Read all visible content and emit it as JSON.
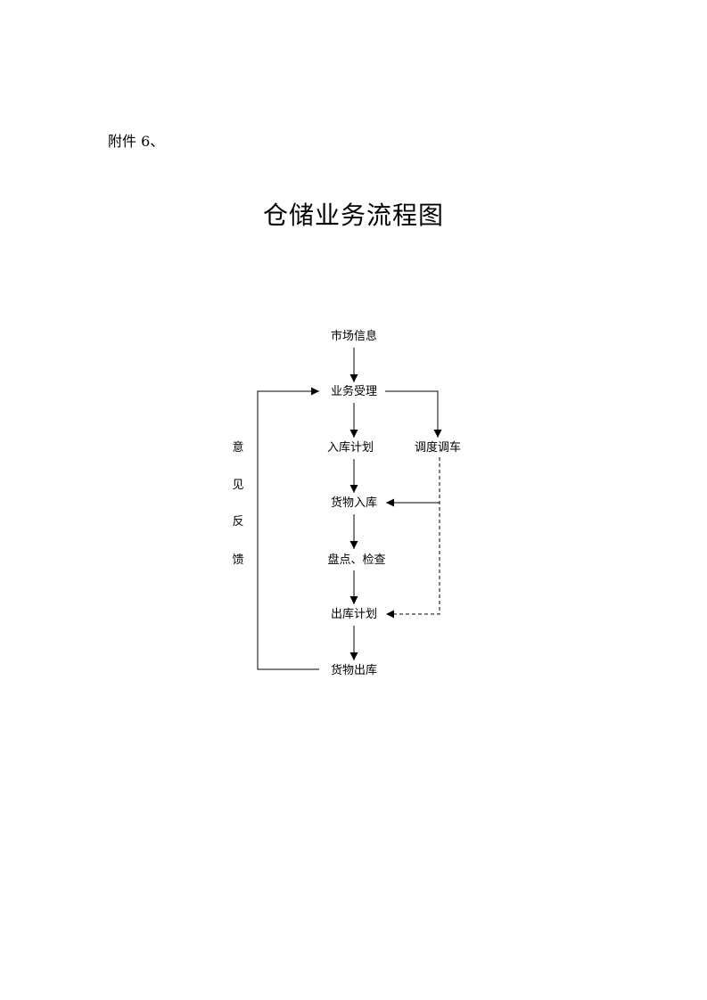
{
  "header": {
    "attachment_label": "附件 6、"
  },
  "title": "仓储业务流程图",
  "diagram": {
    "nodes": {
      "market_info": "市场信息",
      "business_acceptance": "业务受理",
      "inbound_plan": "入库计划",
      "dispatch_vehicle": "调度调车",
      "goods_inbound": "货物入库",
      "inventory_check": "盘点、检查",
      "outbound_plan": "出库计划",
      "goods_outbound": "货物出库"
    },
    "feedback_label": [
      "意",
      "见",
      "反",
      "馈"
    ]
  }
}
